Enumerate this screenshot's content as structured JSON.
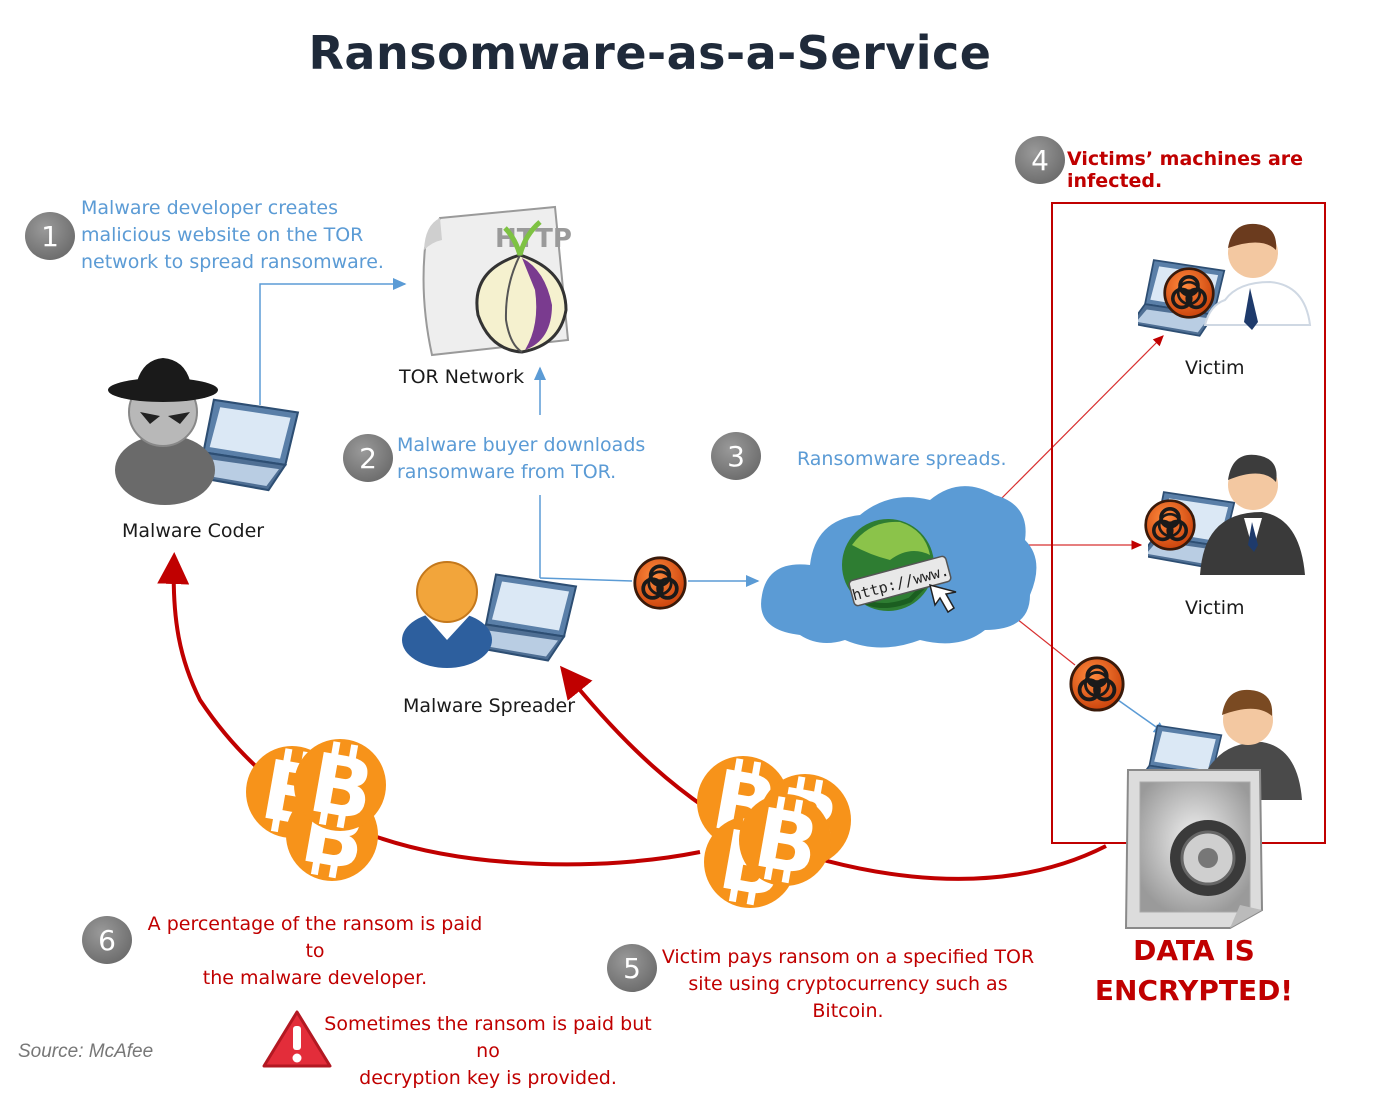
{
  "title": "Ransomware-as-a-Service",
  "steps": [
    {
      "number": "1",
      "text_lines": [
        "Malware developer creates",
        "malicious website on the TOR",
        "network to spread ransomware."
      ]
    },
    {
      "number": "2",
      "text_lines": [
        "Malware buyer downloads",
        "ransomware from TOR."
      ]
    },
    {
      "number": "3",
      "text_lines": [
        "Ransomware spreads."
      ]
    },
    {
      "number": "4",
      "text_lines": [
        "Victims’ machines are infected."
      ]
    },
    {
      "number": "5",
      "text_lines": [
        "Victim pays ransom on a specified TOR",
        "site using cryptocurrency such as Bitcoin."
      ]
    },
    {
      "number": "6",
      "text_lines": [
        "A percentage of the ransom is paid to",
        "the malware developer."
      ]
    }
  ],
  "nodes": {
    "tor_network": {
      "label": "TOR Network",
      "icon_text": "HTTP"
    },
    "malware_coder": {
      "label": "Malware Coder"
    },
    "malware_spreader": {
      "label": "Malware Spreader"
    },
    "victim_1": {
      "label": "Victim"
    },
    "victim_2": {
      "label": "Victim"
    },
    "cloud": {
      "icon_text": "http://www."
    }
  },
  "encrypted_lines": [
    "DATA IS",
    "ENCRYPTED!"
  ],
  "warning_lines": [
    "Sometimes the ransom is paid but no",
    "decryption key is provided."
  ],
  "source": "Source: McAfee",
  "colors": {
    "accent_blue": "#5b9bd5",
    "accent_red": "#c00000",
    "bitcoin_orange": "#f7931a",
    "step_badge": "#7f7f7f"
  }
}
